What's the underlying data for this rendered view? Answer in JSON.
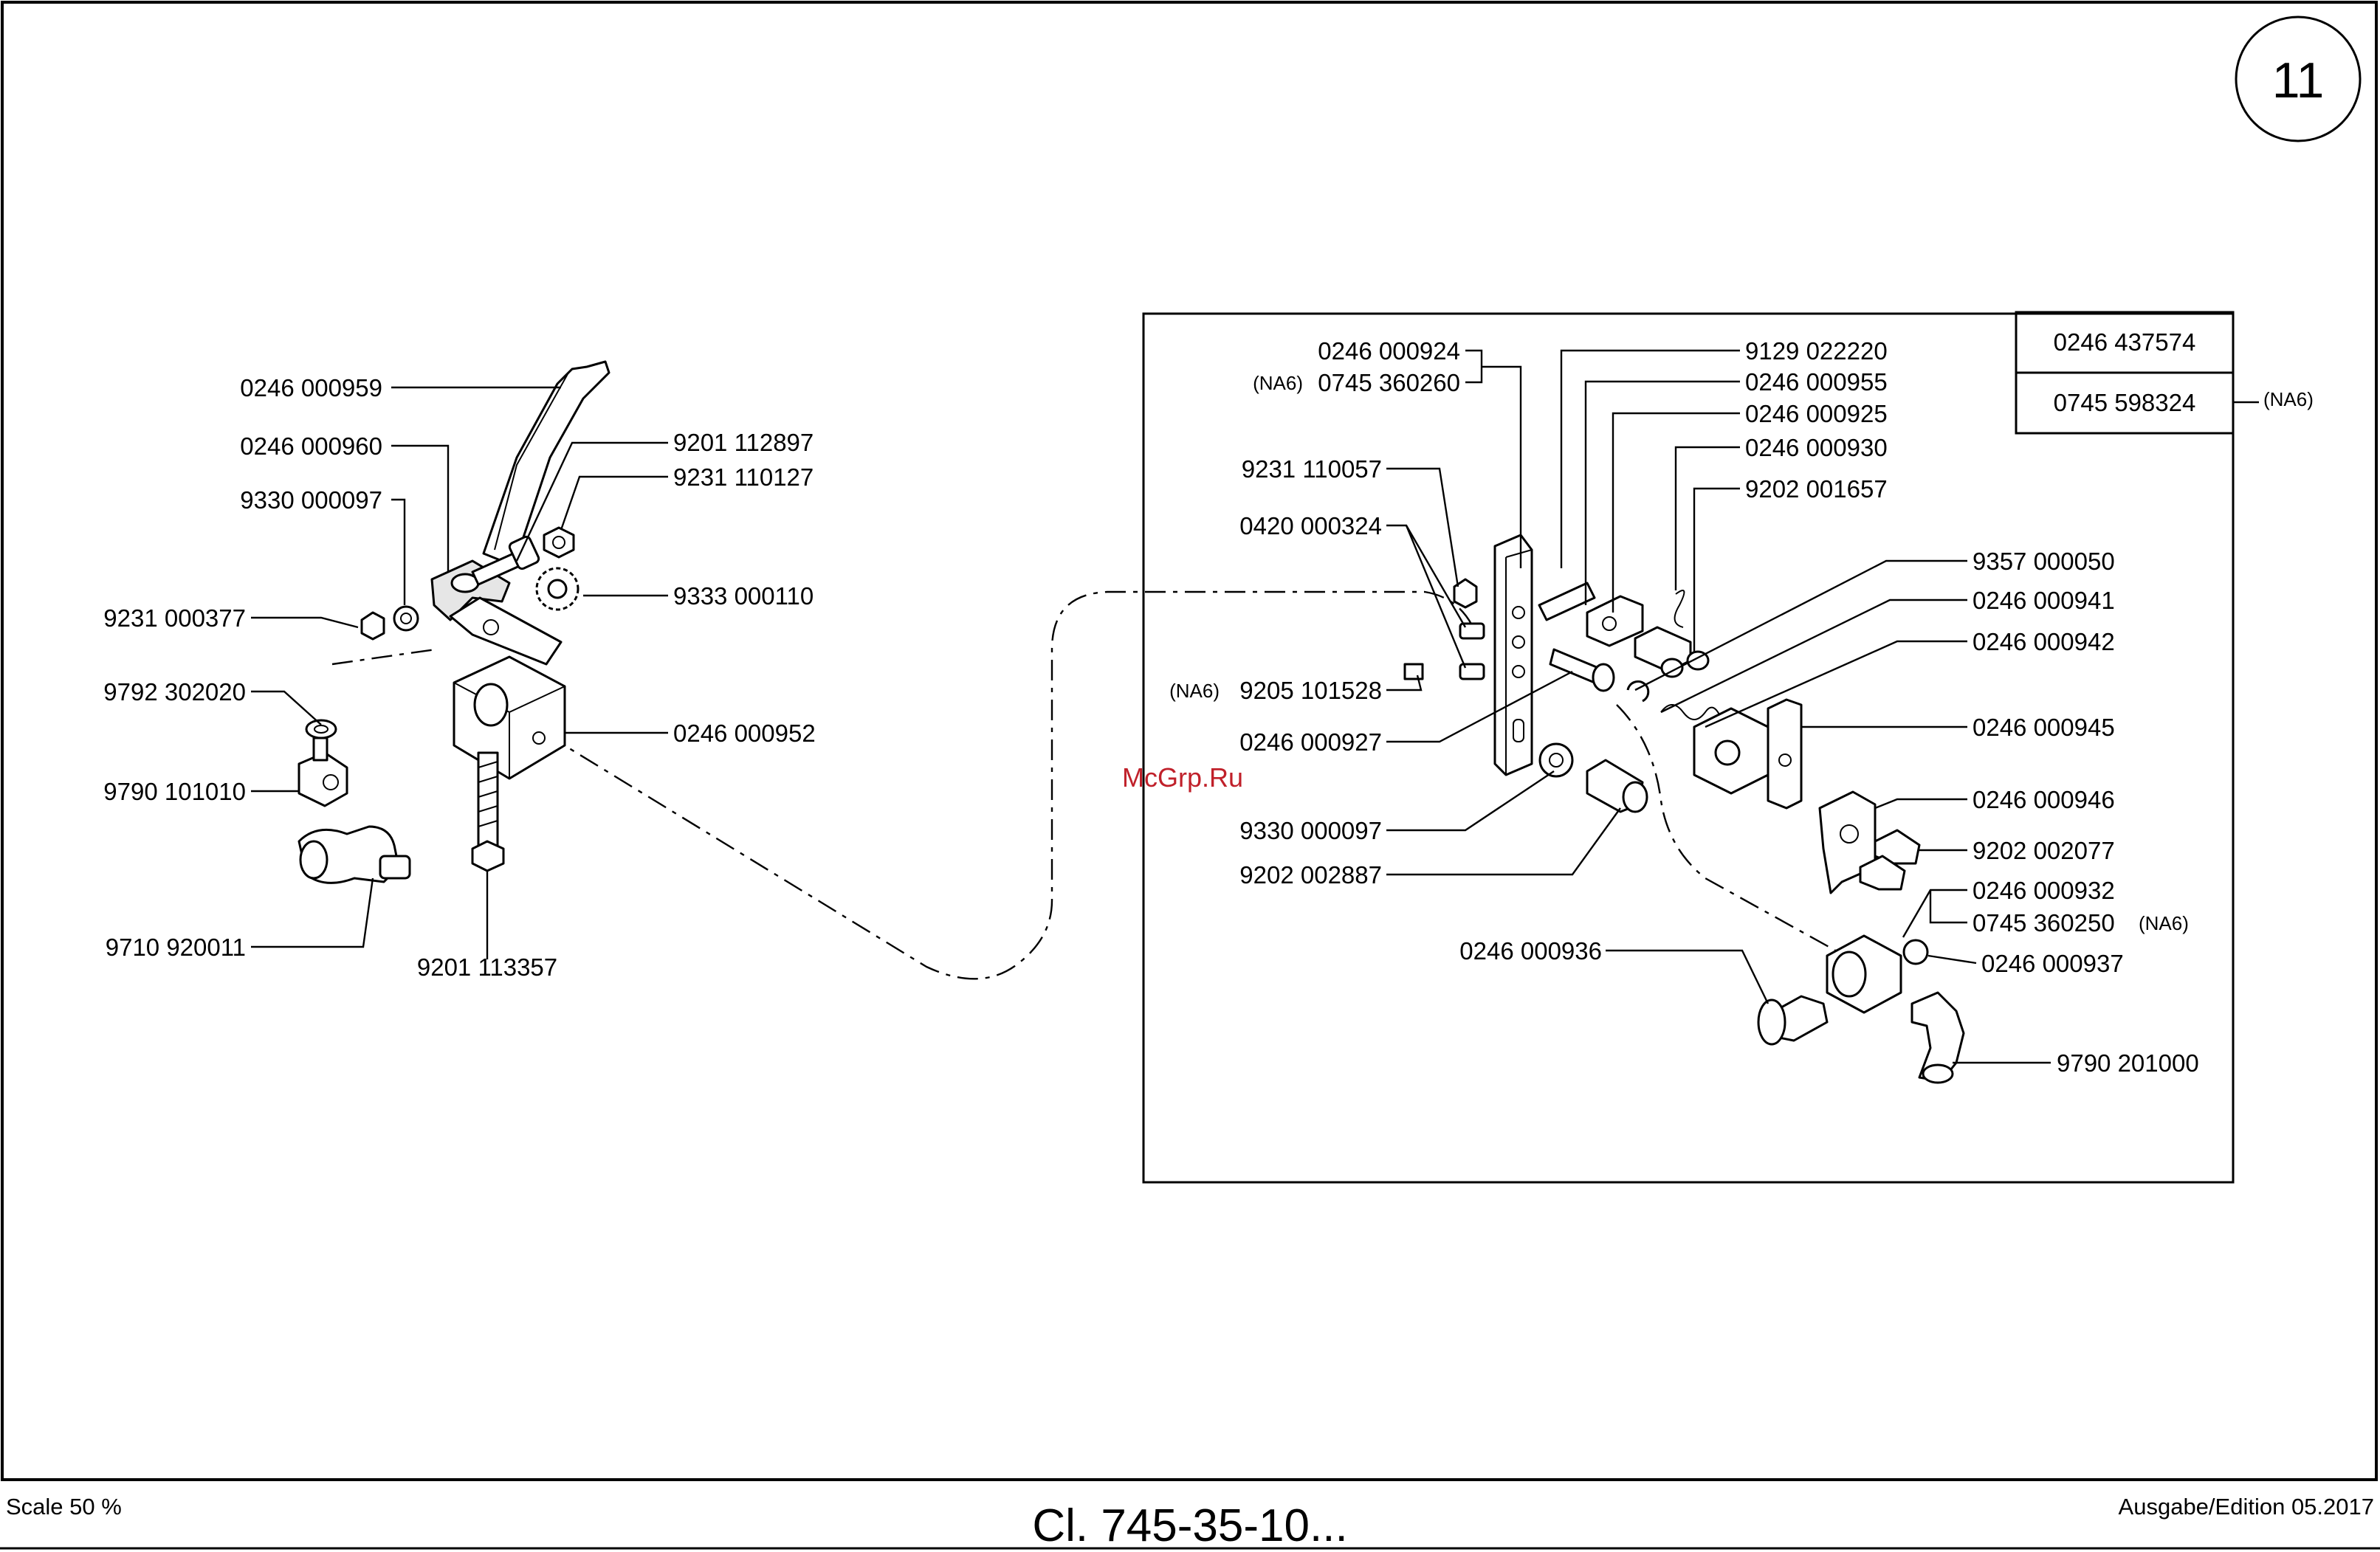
{
  "page_number": "11",
  "watermark": "McGrp.Ru",
  "footer": {
    "scale": "Scale 50 %",
    "model": "Cl. 745-35-10...",
    "edition": "Ausgabe/Edition 05.2017"
  },
  "variant_box": {
    "row1": "0246 437574",
    "row2": "0745 598324",
    "row2_note": "(NA6)"
  },
  "left_group": {
    "p_0246_000959": "0246 000959",
    "p_0246_000960": "0246 000960",
    "p_9330_000097": "9330 000097",
    "p_9231_000377": "9231 000377",
    "p_9792_302020": "9792 302020",
    "p_9790_101010": "9790 101010",
    "p_9710_920011": "9710 920011",
    "p_9201_112897": "9201 112897",
    "p_9231_110127": "9231 110127",
    "p_9333_000110": "9333 000110",
    "p_0246_000952": "0246 000952",
    "p_9201_113357": "9201 113357"
  },
  "right_group": {
    "p_0246_000924": "0246 000924",
    "na6_a": "(NA6)",
    "p_0745_360260": "0745 360260",
    "p_9231_110057": "9231 110057",
    "p_0420_000324": "0420 000324",
    "na6_b": "(NA6)",
    "p_9205_101528": "9205 101528",
    "p_0246_000927": "0246 000927",
    "p_9330_000097b": "9330 000097",
    "p_9202_002887": "9202 002887",
    "p_0246_000936": "0246 000936",
    "p_9129_022220": "9129 022220",
    "p_0246_000955": "0246 000955",
    "p_0246_000925": "0246 000925",
    "p_0246_000930": "0246 000930",
    "p_9202_001657": "9202 001657",
    "p_9357_000050": "9357 000050",
    "p_0246_000941": "0246 000941",
    "p_0246_000942": "0246 000942",
    "p_0246_000945": "0246 000945",
    "p_0246_000946": "0246 000946",
    "p_9202_002077": "9202 002077",
    "p_0246_000932": "0246 000932",
    "p_0745_360250": "0745 360250",
    "na6_c": "(NA6)",
    "p_0246_000937": "0246 000937",
    "p_9790_201000": "9790 201000"
  }
}
